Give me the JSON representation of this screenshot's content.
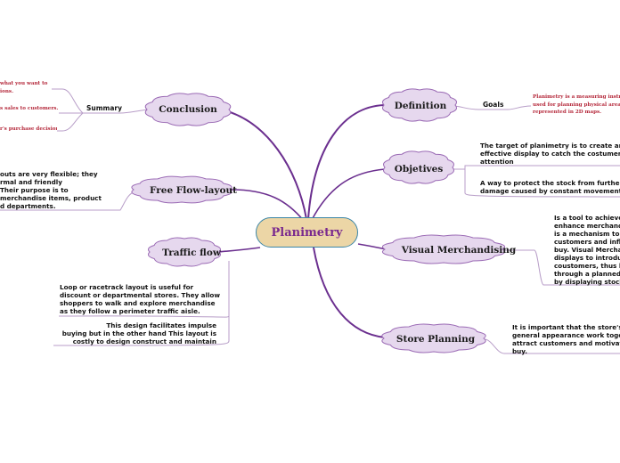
{
  "central": {
    "label": "Planimetry"
  },
  "colors": {
    "branch": "#6b2f8f",
    "bubble_fill": "#e6d8ee",
    "bubble_stroke": "#9b6bb5",
    "subline": "#b89ec8"
  },
  "nodes": {
    "conclusion": "Conclusion",
    "free_flow": "Free Flow-layout",
    "traffic_flow": "Traffic flow",
    "definition": "Definition",
    "objetives": "Objetives",
    "visual_merch": "Visual Merchandising",
    "store_planning": "Store Planning"
  },
  "conclusion": {
    "summary_label": "Summary",
    "items": [
      "what you want to\nions.",
      "s sales to customers.",
      "r's purchase decision"
    ]
  },
  "free_flow": {
    "text": "outs are very flexible; they\nrmal and friendly\nTheir purpose is to\nmerchandise items, product\nd departments."
  },
  "traffic_flow": {
    "items": [
      "Loop or racetrack layout is useful for\ndiscount or departmental stores. They allow\nshoppers to walk and explore merchandise\nas they follow a perimeter traffic aisle.",
      "This design facilitates impulse\nbuying but in the other hand This layout is\ncostly to design construct and maintain"
    ]
  },
  "definition": {
    "goals_label": "Goals",
    "text": "Planimetry is a measuring instru\nused for planning physical areas\nrepresented in 2D maps."
  },
  "objetives": {
    "items": [
      "The target of planimetry is to create an\neffective display to catch the costumer's\nattention",
      "A way to protect the stock from further\ndamage caused by constant movement."
    ]
  },
  "visual_merch": {
    "text": "Is a tool to achieve\nenhance merchand\nis a mechanism to\ncustomers and infl\nbuy. Visual Mercha\ndisplays to introdu\ncoustomers, thus l\nthrough a planned\nby displaying stock"
  },
  "store_planning": {
    "text": "It is important that the store's\ngeneral appearance work toget\nattract customers and motivat\nbuy."
  }
}
